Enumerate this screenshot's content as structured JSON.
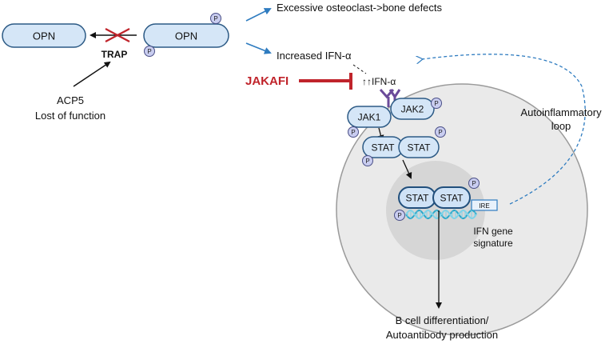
{
  "opn_cleaved": "OPN",
  "opn_phospho": "OPN",
  "trap": "TRAP",
  "acp5_line1": "ACP5",
  "acp5_line2": "Lost of function",
  "excessive": "Excessive osteoclast->bone defects",
  "increased": "Increased IFN-α",
  "jakafi": "JAKAFI",
  "ifn_up": "↑↑IFN-α",
  "jak1": "JAK1",
  "jak2": "JAK2",
  "stat": "STAT",
  "phospho": "P",
  "ire": "IRE",
  "ifn_gene_1": "IFN gene",
  "ifn_gene_2": "signature",
  "loop_1": "Autoinflammatory",
  "loop_2": "loop",
  "bcell_1": "B cell differentiation/",
  "bcell_2": "Autoantibody production",
  "colors": {
    "inhibitor": "#c0242b",
    "arrow_blue": "#2f7cc0",
    "pill_fill": "#d5e6f7",
    "receptor": "#6b4b9a"
  }
}
